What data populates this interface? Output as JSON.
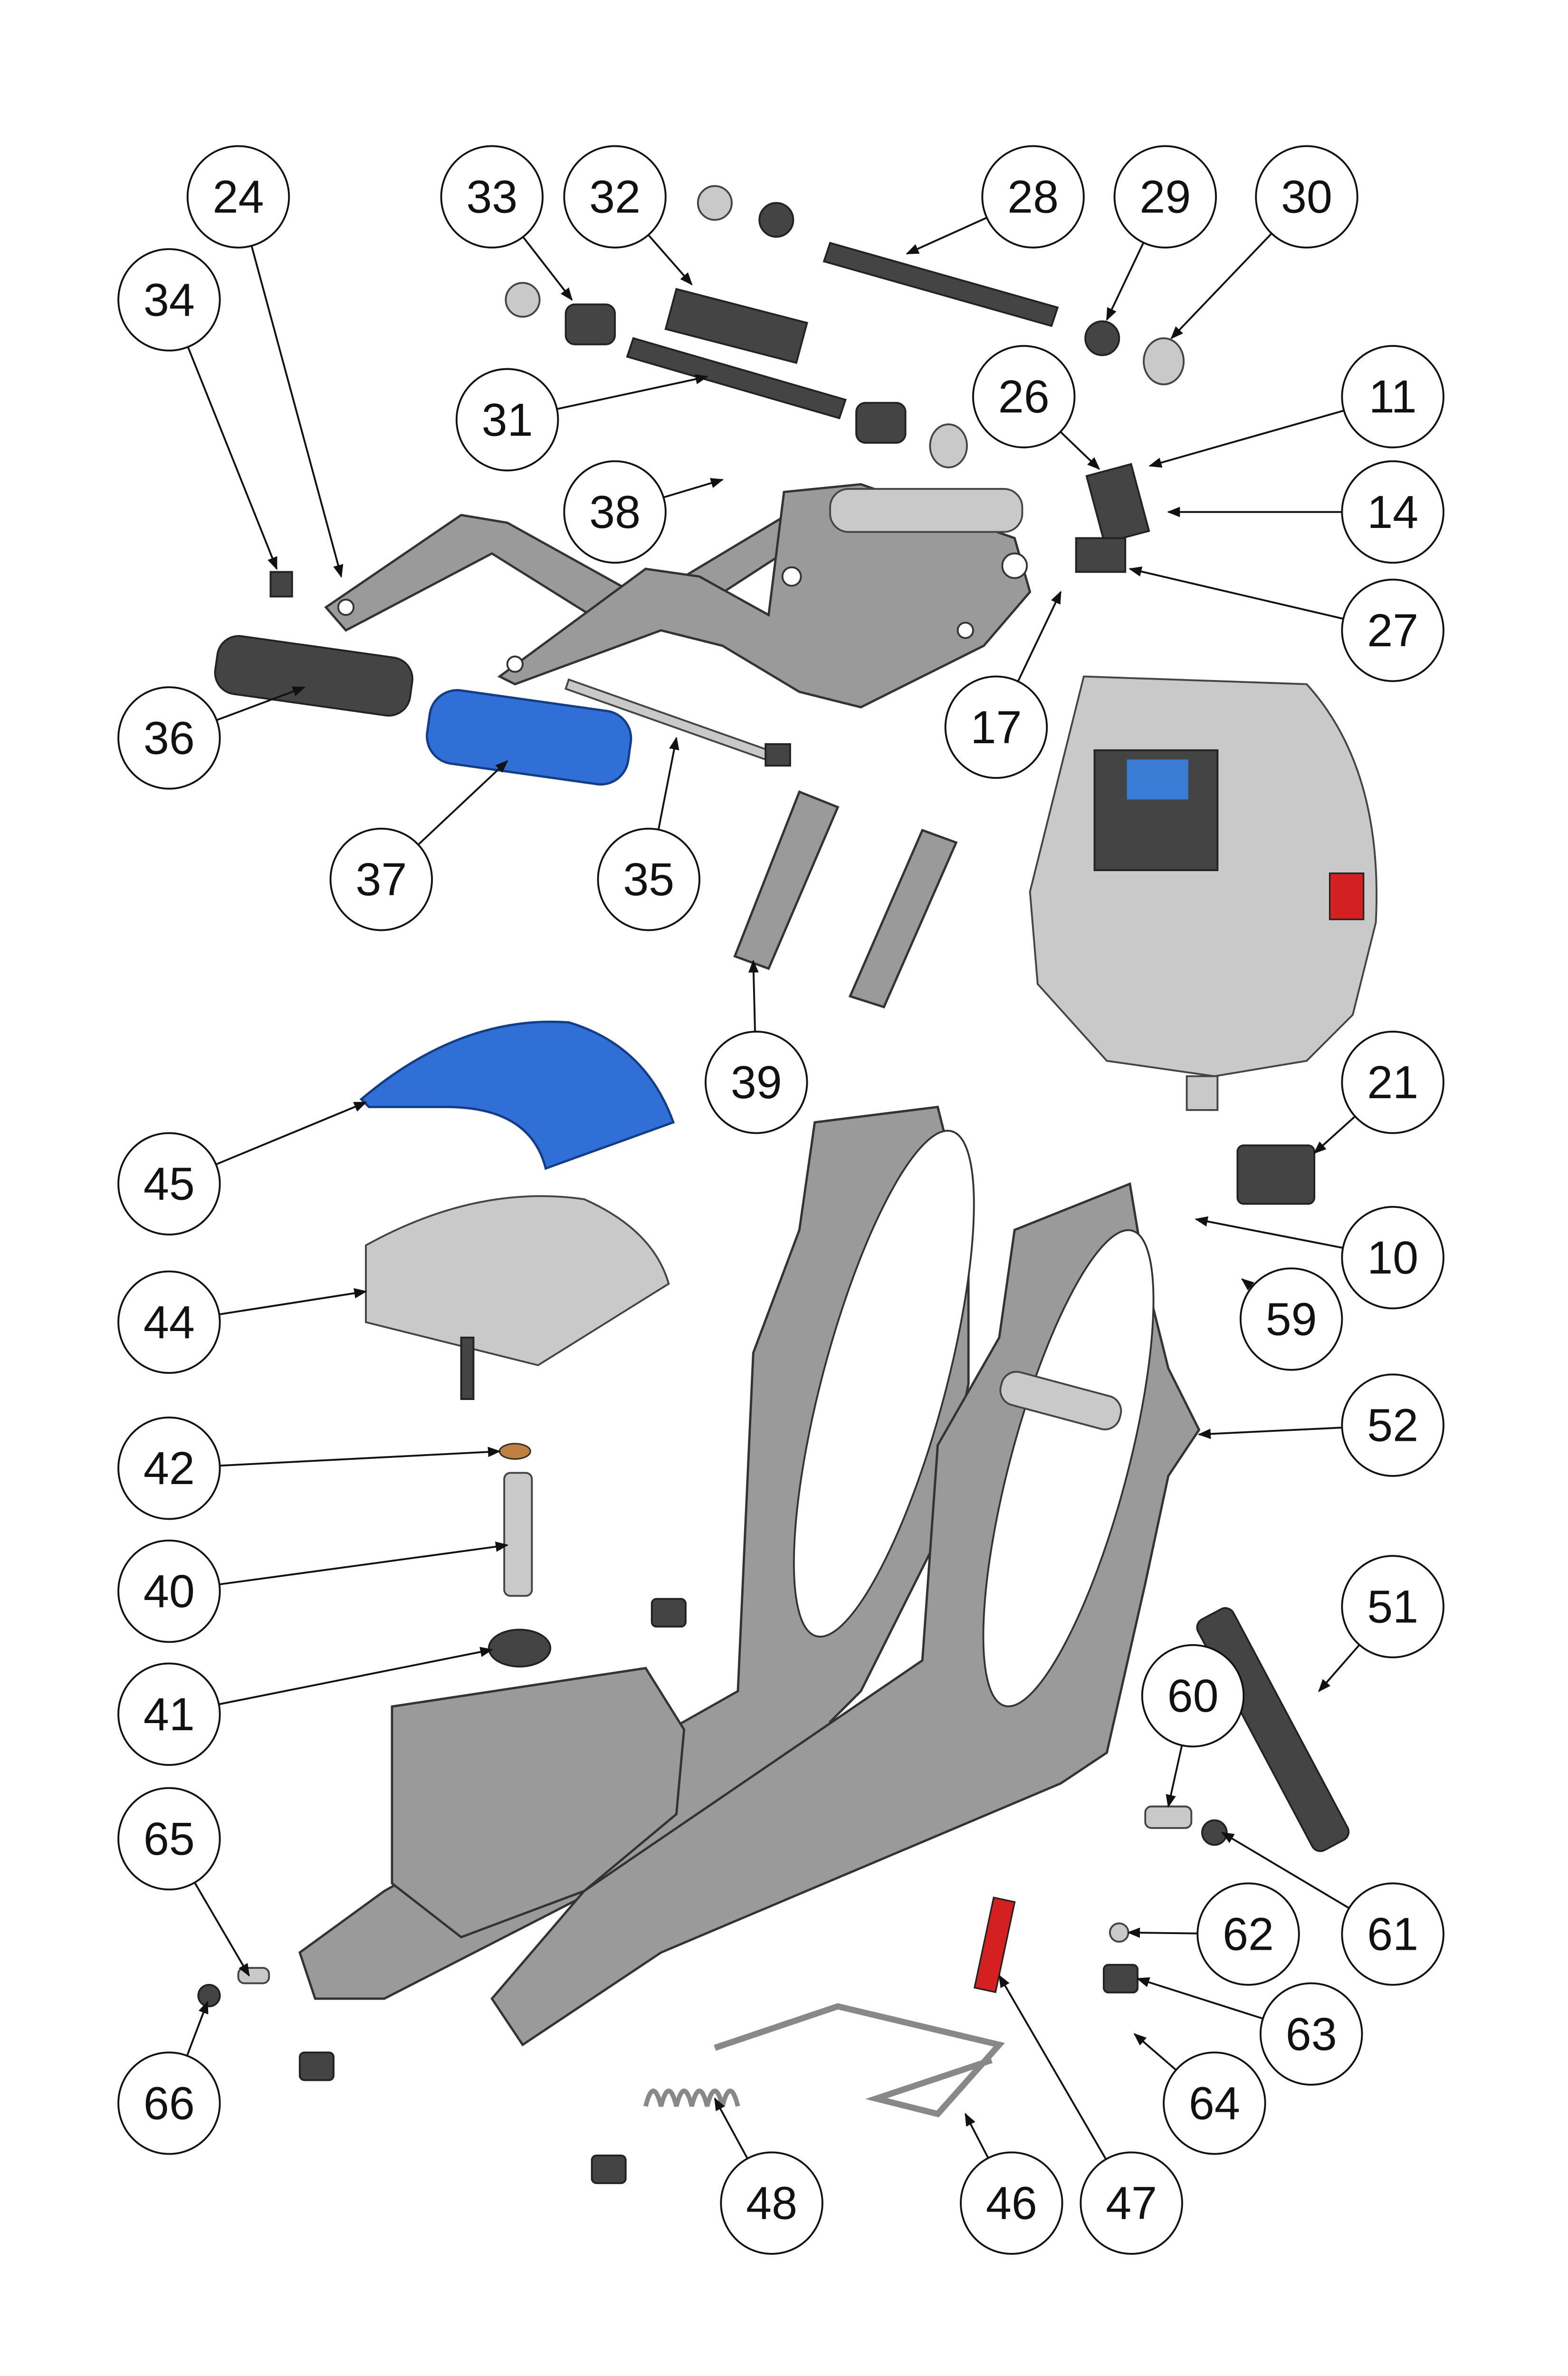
{
  "diagram": {
    "type": "exploded-parts-view",
    "callouts": [
      {
        "label": "24"
      },
      {
        "label": "33"
      },
      {
        "label": "32"
      },
      {
        "label": "28"
      },
      {
        "label": "29"
      },
      {
        "label": "30"
      },
      {
        "label": "34"
      },
      {
        "label": "31"
      },
      {
        "label": "26"
      },
      {
        "label": "11"
      },
      {
        "label": "38"
      },
      {
        "label": "14"
      },
      {
        "label": "27"
      },
      {
        "label": "17"
      },
      {
        "label": "36"
      },
      {
        "label": "37"
      },
      {
        "label": "35"
      },
      {
        "label": "39"
      },
      {
        "label": "21"
      },
      {
        "label": "45"
      },
      {
        "label": "10"
      },
      {
        "label": "44"
      },
      {
        "label": "59"
      },
      {
        "label": "52"
      },
      {
        "label": "42"
      },
      {
        "label": "40"
      },
      {
        "label": "51"
      },
      {
        "label": "41"
      },
      {
        "label": "60"
      },
      {
        "label": "65"
      },
      {
        "label": "62"
      },
      {
        "label": "61"
      },
      {
        "label": "63"
      },
      {
        "label": "66"
      },
      {
        "label": "64"
      },
      {
        "label": "48"
      },
      {
        "label": "46"
      },
      {
        "label": "47"
      }
    ],
    "colors": {
      "heater_pad": "#2f6fd6",
      "frame": "#9a9a9a",
      "switch": "#d42020",
      "handle_grip": "#d42020",
      "display": "#3a7bd5"
    }
  }
}
